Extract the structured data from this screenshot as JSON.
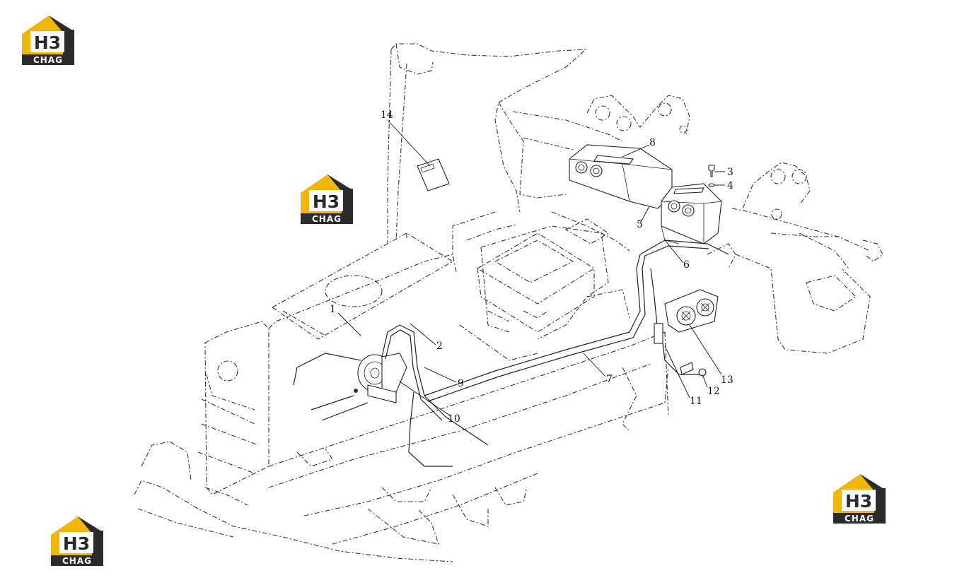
{
  "brand": {
    "logo_text_top": "H3",
    "logo_text_bottom": "CHAG",
    "colors": {
      "accent": "#f2b705",
      "dark": "#2b2b2b",
      "white": "#ffffff"
    }
  },
  "diagram": {
    "callouts": [
      "1",
      "2",
      "3",
      "4",
      "5",
      "6",
      "7",
      "8",
      "9",
      "10",
      "11",
      "12",
      "13",
      "14"
    ],
    "line_color": "#333333"
  }
}
